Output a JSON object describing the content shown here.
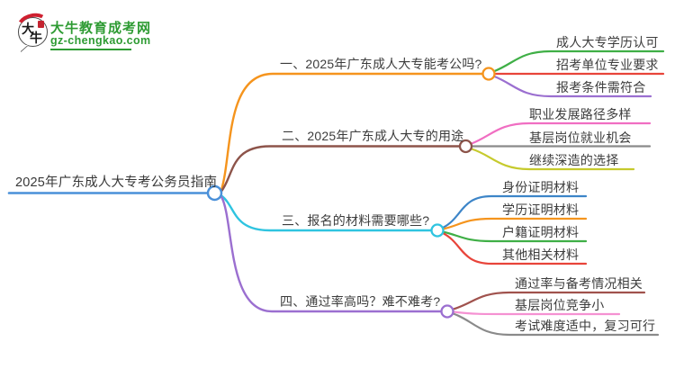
{
  "logo": {
    "icon_text_1": "大",
    "icon_text_2": "牛",
    "site_name": "大牛教育成考网",
    "site_url": "gz-chengkao.com",
    "brand_green": "#2e9b33",
    "brand_red": "#cf2030"
  },
  "root": {
    "label": "2025年广东成人大专考公务员指南",
    "color": "#4a90d9"
  },
  "branches": [
    {
      "label": "一、2025年广东成人大专能考公吗?",
      "color": "#f5941d",
      "children": [
        {
          "label": "成人大专学历认可",
          "color": "#3faf46"
        },
        {
          "label": "招考单位专业要求",
          "color": "#e8443a"
        },
        {
          "label": "报考条件需符合",
          "color": "#9b6fd0"
        }
      ]
    },
    {
      "label": "二、2025年广东成人大专的用途",
      "color": "#8d544a",
      "children": [
        {
          "label": "职业发展路径多样",
          "color": "#f06ec2"
        },
        {
          "label": "基层岗位就业机会",
          "color": "#8a8a8a"
        },
        {
          "label": "继续深造的选择",
          "color": "#c6ca2d"
        }
      ]
    },
    {
      "label": "三、报名的材料需要哪些?",
      "color": "#2fc4e0",
      "children": [
        {
          "label": "身份证明材料",
          "color": "#3d85c8"
        },
        {
          "label": "学历证明材料",
          "color": "#f5941d"
        },
        {
          "label": "户籍证明材料",
          "color": "#3faf46"
        },
        {
          "label": "其他相关材料",
          "color": "#e8443a"
        }
      ]
    },
    {
      "label": "四、通过率高吗？难不难考?",
      "color": "#9b6fd0",
      "children": [
        {
          "label": "通过率与备考情况相关",
          "color": "#a0524d"
        },
        {
          "label": "基层岗位竞争小",
          "color": "#f591d2"
        },
        {
          "label": "考试难度适中，复习可行",
          "color": "#8a8a8a"
        }
      ]
    }
  ]
}
